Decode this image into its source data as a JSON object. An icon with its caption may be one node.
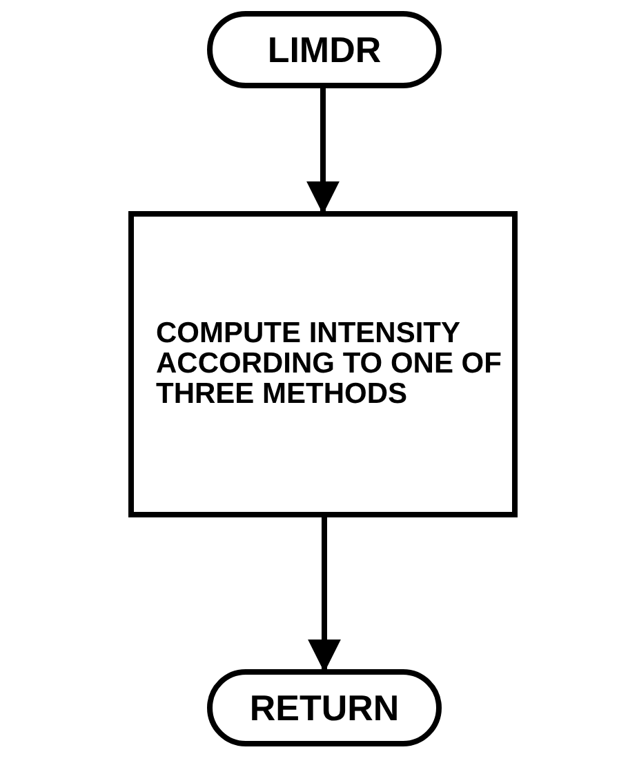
{
  "diagram": {
    "nodes": [
      {
        "text": [
          "LIMDR"
        ]
      },
      {
        "text": [
          "COMPUTE INTENSITY ACCORDING TO ONE OF THREE METHODS"
        ]
      },
      {
        "text": [
          "RETURN"
        ]
      }
    ],
    "edges": [
      {
        "from": 0,
        "to": 1,
        "arrow": "to"
      },
      {
        "from": 1,
        "to": 2,
        "arrow": "to"
      }
    ]
  }
}
